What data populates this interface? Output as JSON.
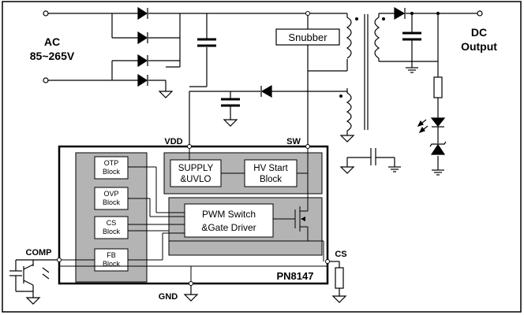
{
  "labels": {
    "ac": "AC",
    "ac_range": "85~265V",
    "dc": "DC",
    "dc_output": "Output",
    "snubber": "Snubber",
    "vdd": "VDD",
    "sw": "SW",
    "comp": "COMP",
    "cs": "CS",
    "gnd": "GND",
    "chip": "PN8147"
  },
  "blocks": {
    "otp_l1": "OTP",
    "otp_l2": "Block",
    "ovp_l1": "OVP",
    "ovp_l2": "Block",
    "cs_l1": "CS",
    "cs_l2": "Block",
    "fb_l1": "FB",
    "fb_l2": "Block",
    "supply_l1": "SUPPLY",
    "supply_l2": "&UVLO",
    "hv_l1": "HV Start",
    "hv_l2": "Block",
    "pwm_l1": "PWM Switch",
    "pwm_l2": "&Gate Driver"
  },
  "colors": {
    "block_gray": "#b4b4b4",
    "inner_box": "#ffffff",
    "line": "#000000"
  }
}
